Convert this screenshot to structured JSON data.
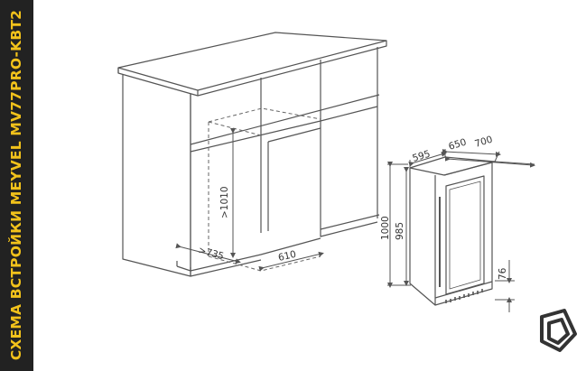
{
  "side_title": "СХЕМА ВСТРОЙКИ MEYVEL MV77PRO-KBT2",
  "colors": {
    "side_band": "#222222",
    "side_title": "#f2c21b",
    "line": "#555555",
    "dashed": "#666666",
    "logo": "#333333"
  },
  "dimensions": {
    "niche_height": ">1010",
    "niche_depth": ">735",
    "niche_width": "610",
    "unit_width": "595",
    "unit_depth": "650",
    "unit_depth_open": "700",
    "unit_height": "1000",
    "unit_height_body": "985",
    "base_height": "76"
  },
  "logo_icon": "brand-logo-icon"
}
